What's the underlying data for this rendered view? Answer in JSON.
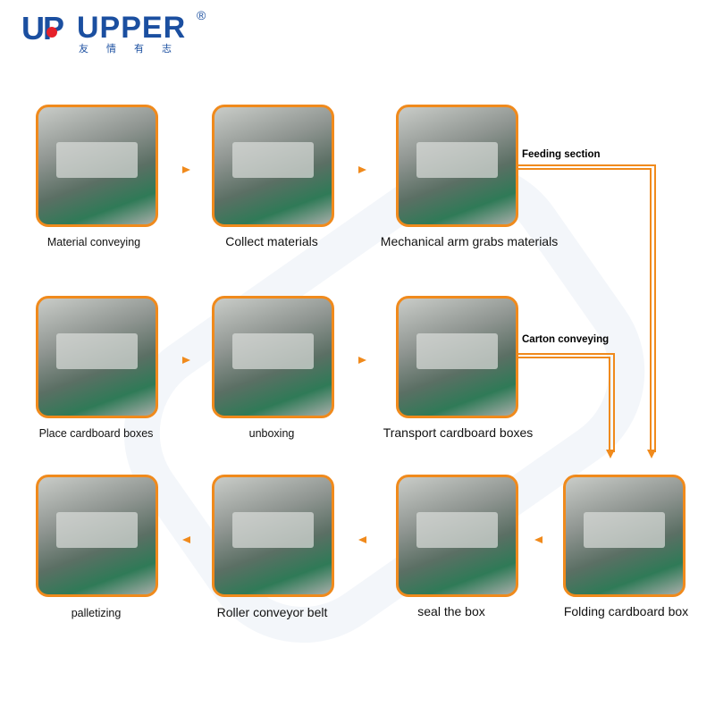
{
  "logo": {
    "mark": "UP",
    "word": "UPPER",
    "registered": "®",
    "tagline": "友情有志"
  },
  "steps": [
    {
      "label": "Material conveying"
    },
    {
      "label": "Collect materials"
    },
    {
      "label": "Mechanical arm grabs materials"
    },
    {
      "label": "Place cardboard boxes"
    },
    {
      "label": "unboxing"
    },
    {
      "label": "Transport cardboard boxes"
    },
    {
      "label": "palletizing"
    },
    {
      "label": "Roller conveyor belt"
    },
    {
      "label": "seal the box"
    },
    {
      "label": "Folding cardboard box"
    }
  ],
  "sections": {
    "feeding": "Feeding section",
    "carton": "Carton conveying"
  },
  "colors": {
    "accent": "#f08a1c",
    "brand": "#1b4fa0"
  }
}
